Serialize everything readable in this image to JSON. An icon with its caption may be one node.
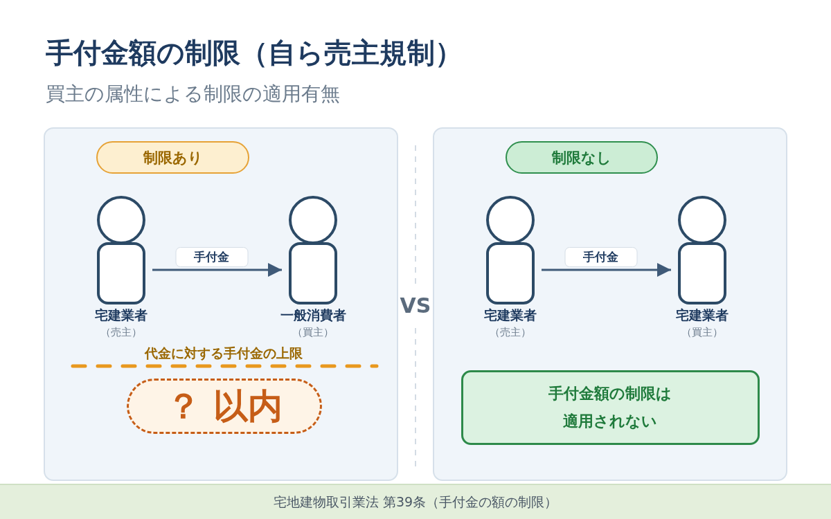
{
  "diagram": {
    "title": "手付金額の制限（自ら売主規制）",
    "caption": "宅地建物取引業法 第39条（手付金の額の制限）",
    "nodes": [
      {
        "text": [],
        "shape": "box"
      },
      {
        "text": [
          "制限あり"
        ],
        "in": 0
      },
      {
        "text": [],
        "shape": "person",
        "beside": [
          "宅建業者",
          "（売主）"
        ],
        "in": 0
      },
      {
        "text": [],
        "shape": "person",
        "beside": [
          "一般消費者",
          "（買主）"
        ],
        "in": 0
      },
      {
        "text": [
          "？ 以内"
        ],
        "in": 0
      },
      {
        "text": [],
        "shape": "box"
      },
      {
        "text": [
          "制限なし"
        ],
        "in": 5
      },
      {
        "text": [],
        "shape": "person",
        "beside": [
          "宅建業者",
          "（売主）"
        ],
        "in": 5
      },
      {
        "text": [],
        "shape": "person",
        "beside": [
          "宅建業者",
          "（買主）"
        ],
        "in": 5
      },
      {
        "text": [
          "手付金額の制限は適用されない"
        ],
        "in": 5
      }
    ],
    "edges": [
      {
        "from": 2,
        "to": 3,
        "arrow": "to",
        "label": "手付金"
      },
      {
        "from": 7,
        "to": 8,
        "arrow": "to",
        "label": "手付金"
      }
    ],
    "labels": [
      "買主の属性による制限の適用有無",
      "VS",
      "代金に対する手付金の上限"
    ]
  }
}
